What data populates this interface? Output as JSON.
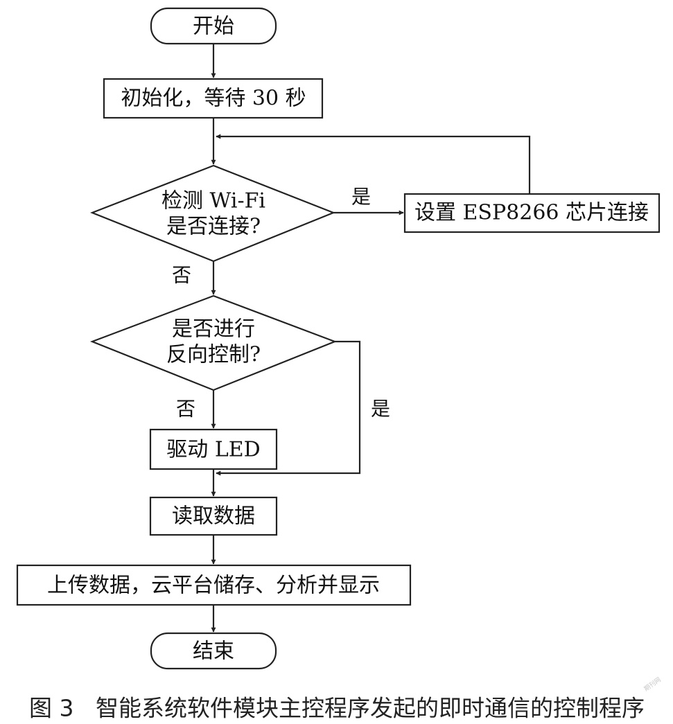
{
  "diagram": {
    "start": "开始",
    "init": "初始化，等待 30 秒",
    "check_wifi": [
      "检测 Wi-Fi",
      "是否连接?"
    ],
    "set_esp": "设置 ESP8266 芯片连接",
    "reverse_check": [
      "是否进行",
      "反向控制?"
    ],
    "drive_led": "驱动 LED",
    "read_data": "读取数据",
    "upload": "上传数据，云平台储存、分析并显示",
    "end": "结束",
    "yes_wifi": "是",
    "no_wifi": "否",
    "yes_reverse": "是",
    "no_reverse": "否"
  },
  "caption": "图 3   智能系统软件模块主控程序发起的即时通信的控制程序",
  "watermark": "期刊网"
}
